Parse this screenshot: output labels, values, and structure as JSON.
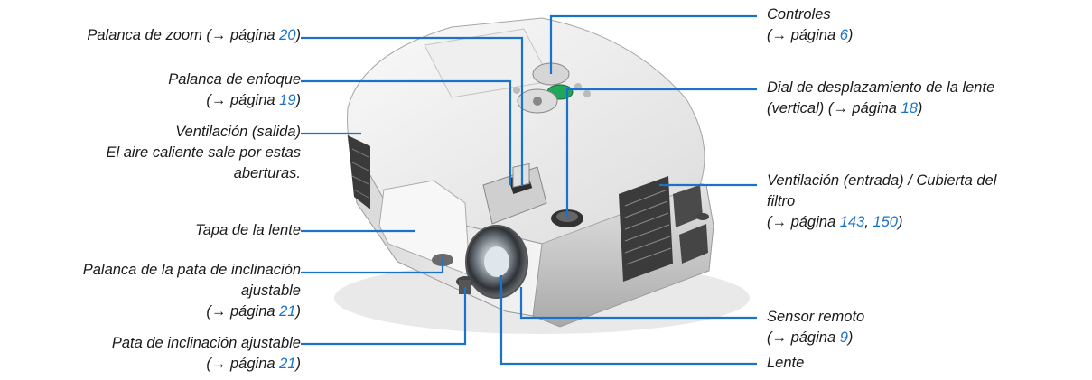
{
  "labels": {
    "zoom": {
      "lines": [
        {
          "text": "Palanca de zoom (→ página ",
          "page": "20",
          "after": ")"
        }
      ]
    },
    "focus": {
      "lines": [
        {
          "text": "Palanca de enfoque"
        },
        {
          "text": "(→ página ",
          "page": "19",
          "after": ")"
        }
      ]
    },
    "vent_out": {
      "lines": [
        {
          "text": "Ventilación (salida)"
        },
        {
          "text": "El aire caliente sale por estas"
        },
        {
          "text": "aberturas."
        }
      ]
    },
    "lens_cap": {
      "lines": [
        {
          "text": "Tapa de la lente"
        }
      ]
    },
    "tilt_lever": {
      "lines": [
        {
          "text": "Palanca de la pata de inclinación"
        },
        {
          "text": "ajustable"
        },
        {
          "text": "(→ página ",
          "page": "21",
          "after": ")"
        }
      ]
    },
    "tilt_foot": {
      "lines": [
        {
          "text": "Pata de inclinación ajustable"
        },
        {
          "text": "(→ página ",
          "page": "21",
          "after": ")"
        }
      ]
    },
    "controls": {
      "lines": [
        {
          "text": "Controles"
        },
        {
          "text": "(→ página ",
          "page": "6",
          "after": ")"
        }
      ]
    },
    "lens_shift": {
      "lines": [
        {
          "text": "Dial de desplazamiento de la lente"
        },
        {
          "text": "(vertical) (→ página ",
          "page": "18",
          "after": ")"
        }
      ]
    },
    "vent_in": {
      "lines": [
        {
          "text": "Ventilación (entrada) / Cubierta del"
        },
        {
          "text": "filtro"
        },
        {
          "text": "(→ página ",
          "page": "143",
          "mid": ", ",
          "page2": "150",
          "after": ")"
        }
      ]
    },
    "remote": {
      "lines": [
        {
          "text": "Sensor remoto"
        },
        {
          "text": "(→ página ",
          "page": "9",
          "after": ")"
        }
      ]
    },
    "lens": {
      "lines": [
        {
          "text": "Lente"
        }
      ]
    }
  },
  "colors": {
    "leader": "#1a73c8",
    "page_link": "#1a73c8",
    "text": "#1a1a1a",
    "body_light": "#f1f1f1",
    "body_shadow": "#b9b9b9",
    "vent_dark": "#3a3a3a",
    "button_green": "#22a65a"
  }
}
